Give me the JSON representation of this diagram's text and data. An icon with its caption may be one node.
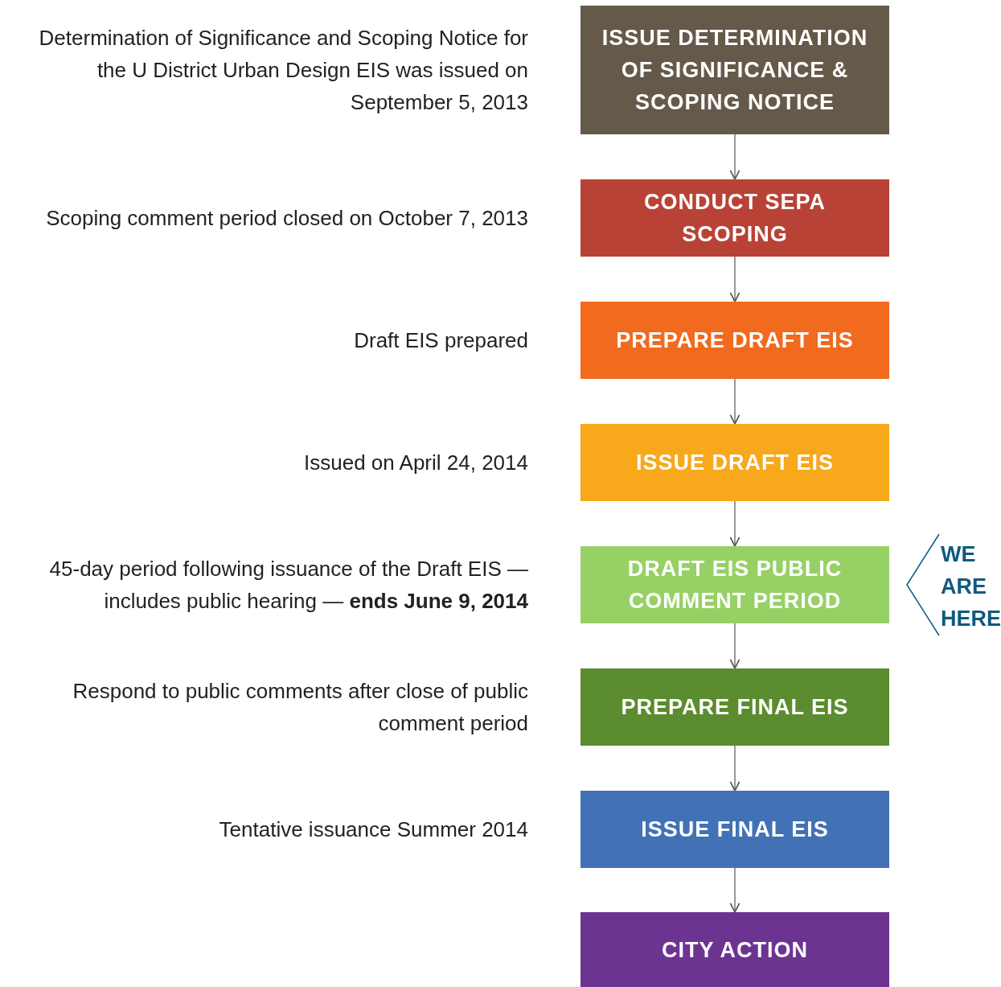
{
  "diagram": {
    "nodes": [
      {
        "text": [
          "ISSUE DETERMINATION OF SIGNIFICANCE & SCOPING NOTICE"
        ],
        "beside": [
          "Determination of Significance and Scoping Notice for the U District Urban Design EIS was issued on September 5, 2013"
        ]
      },
      {
        "text": [
          "CONDUCT SEPA SCOPING"
        ],
        "beside": [
          "Scoping comment period closed on October 7, 2013"
        ]
      },
      {
        "text": [
          "PREPARE DRAFT EIS"
        ],
        "beside": [
          "Draft EIS prepared"
        ]
      },
      {
        "text": [
          "ISSUE DRAFT EIS"
        ],
        "beside": [
          "Issued on April 24, 2014"
        ]
      },
      {
        "text": [
          "DRAFT EIS PUBLIC COMMENT PERIOD"
        ],
        "beside": [
          "45-day period following issuance of the Draft EIS — includes public hearing — **ends June 9, 2014**"
        ]
      },
      {
        "text": [
          "PREPARE FINAL EIS"
        ],
        "beside": [
          "Respond to public comments after close of public comment period"
        ]
      },
      {
        "text": [
          "ISSUE FINAL EIS"
        ],
        "beside": [
          "Tentative issuance Summer 2014"
        ]
      },
      {
        "text": [
          "CITY ACTION"
        ]
      }
    ],
    "edges": [
      {
        "from": 0,
        "to": 1,
        "arrow": "to"
      },
      {
        "from": 1,
        "to": 2,
        "arrow": "to"
      },
      {
        "from": 2,
        "to": 3,
        "arrow": "to"
      },
      {
        "from": 3,
        "to": 4,
        "arrow": "to"
      },
      {
        "from": 4,
        "to": 5,
        "arrow": "to"
      },
      {
        "from": 5,
        "to": 6,
        "arrow": "to"
      },
      {
        "from": 6,
        "to": 7,
        "arrow": "to"
      }
    ],
    "labels": [
      "WE ARE HERE"
    ]
  }
}
